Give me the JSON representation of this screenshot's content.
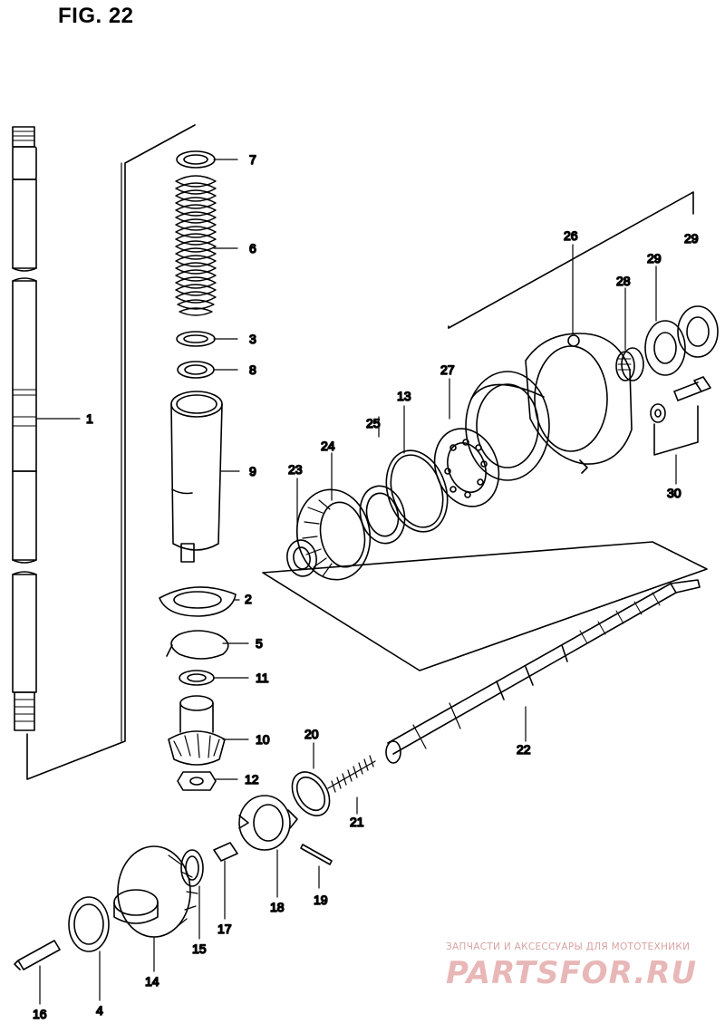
{
  "figure_title": "FIG. 22",
  "watermark": {
    "caption": "ЗАПЧАСТИ И АКСЕССУАРЫ ДЛЯ МОТОТЕХНИКИ",
    "brand": "PARTSFOR.RU"
  },
  "part_labels": [
    "1",
    "2",
    "3",
    "4",
    "5",
    "6",
    "7",
    "8",
    "9",
    "10",
    "11",
    "12",
    "13",
    "14",
    "15",
    "16",
    "17",
    "18",
    "19",
    "20",
    "21",
    "22",
    "23",
    "24",
    "25",
    "26",
    "27",
    "28",
    "29",
    "29",
    "30"
  ]
}
